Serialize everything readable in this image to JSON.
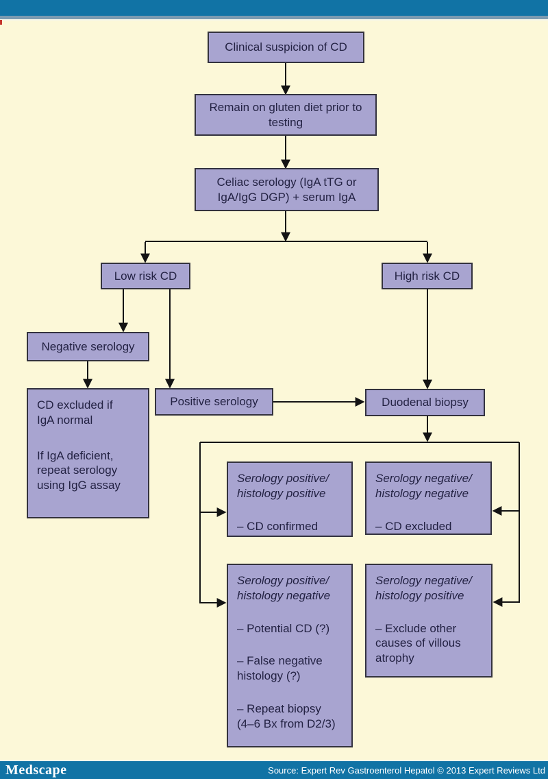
{
  "colors": {
    "header_blue": "#1173a5",
    "background": "#fcf8d8",
    "box_fill": "#a8a4d0",
    "box_border": "#33323e",
    "box_text": "#232243",
    "arrow": "#141414"
  },
  "footer": {
    "logo": "Medscape",
    "source": "Source: Expert Rev Gastroenterol Hepatol © 2013 Expert Reviews Ltd"
  },
  "flowchart": {
    "nodes": {
      "clinical_suspicion": {
        "label": "Clinical suspicion of CD"
      },
      "gluten_diet": {
        "label": "Remain on gluten diet prior to testing"
      },
      "celiac_serology": {
        "label": "Celiac serology (IgA tTG or IgA/IgG DGP) + serum IgA"
      },
      "low_risk": {
        "label": "Low risk CD"
      },
      "high_risk": {
        "label": "High risk CD"
      },
      "negative_serology": {
        "label": "Negative serology"
      },
      "cd_excluded_iga": {
        "para1": "CD excluded if\nIgA normal",
        "para2": "If IgA deficient,\nrepeat serology\nusing IgG assay"
      },
      "positive_serology": {
        "label": "Positive serology"
      },
      "duodenal_biopsy": {
        "label": "Duodenal biopsy"
      },
      "sero_pos_histo_pos": {
        "title": "Serology positive/\nhistology positive",
        "bullets": [
          "– CD confirmed"
        ]
      },
      "sero_neg_histo_neg": {
        "title": "Serology negative/\nhistology negative",
        "bullets": [
          "– CD excluded"
        ]
      },
      "sero_pos_histo_neg": {
        "title": "Serology positive/\nhistology negative",
        "bullets": [
          "– Potential CD (?)",
          "– False negative\nhistology (?)",
          "– Repeat biopsy\n(4–6 Bx from D2/3)"
        ]
      },
      "sero_neg_histo_pos": {
        "title": "Serology negative/\nhistology positive",
        "bullets": [
          "– Exclude other\ncauses of villous\natrophy"
        ]
      }
    }
  }
}
